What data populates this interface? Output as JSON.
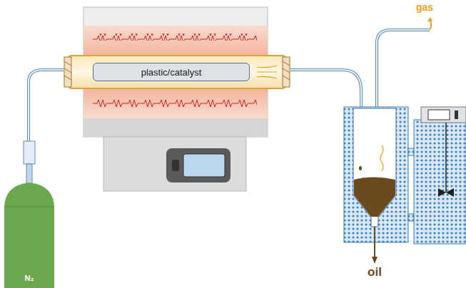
{
  "diagram": {
    "nodes": [
      {
        "text": [
          "plastic/catalyst"
        ]
      }
    ],
    "labels": [
      "N₂",
      "gas",
      "oil"
    ]
  }
}
